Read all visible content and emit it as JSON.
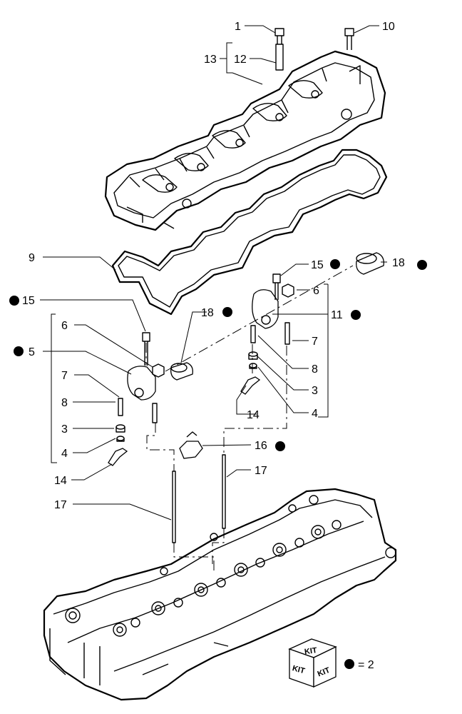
{
  "labels": {
    "l1": "1",
    "l10": "10",
    "l13": "13",
    "l12": "12",
    "l9": "9",
    "l15a": "15",
    "l18a": "18",
    "l6a": "6",
    "l11": "11",
    "l7a": "7",
    "l8a": "8",
    "l3a": "3",
    "l4a": "4",
    "l14a": "14",
    "l15b": "15",
    "l18b": "18",
    "l6b": "6",
    "l5": "5",
    "l7b": "7",
    "l8b": "8",
    "l3b": "3",
    "l4b": "4",
    "l14b": "14",
    "l16": "16",
    "l17a": "17",
    "l17b": "17"
  },
  "legend": {
    "kit_top": "KIT",
    "kit_left": "KIT",
    "kit_right": "KIT",
    "equals": "= 2"
  },
  "colors": {
    "ink": "#000000",
    "background": "#ffffff"
  }
}
